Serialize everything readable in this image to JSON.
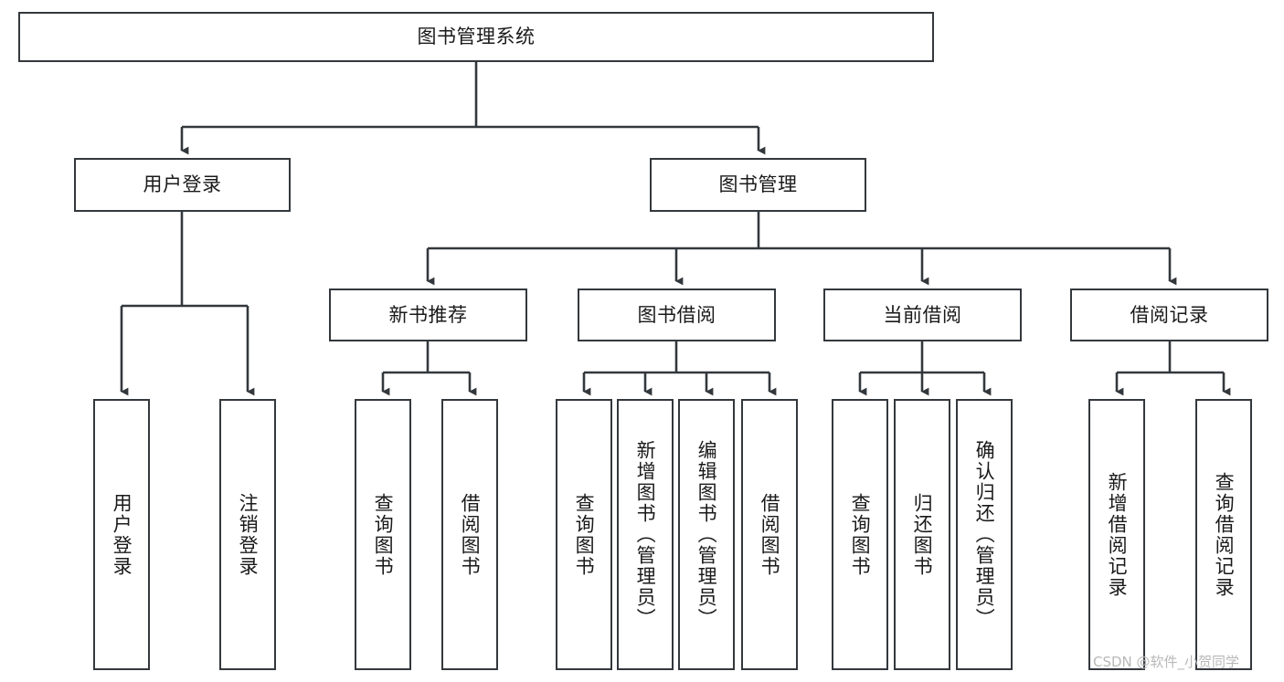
{
  "diagram": {
    "title": "图书管理系统",
    "watermark": "CSDN @软件_小贺同学",
    "accent_color": "#33383d",
    "background_color": "#ffffff",
    "nodes": {
      "root": {
        "label": "图书管理系统"
      },
      "level1": [
        {
          "key": "user_login",
          "label": "用户登录"
        },
        {
          "key": "book_manage",
          "label": "图书管理"
        }
      ],
      "level2": [
        {
          "key": "new_book_rec",
          "label": "新书推荐"
        },
        {
          "key": "book_borrow",
          "label": "图书借阅"
        },
        {
          "key": "current_borrow",
          "label": "当前借阅"
        },
        {
          "key": "borrow_record",
          "label": "借阅记录"
        }
      ],
      "leaves": [
        {
          "key": "leaf_user_login",
          "parent": "user_login",
          "label": "用户登录"
        },
        {
          "key": "leaf_user_logout",
          "parent": "user_login",
          "label": "注销登录"
        },
        {
          "key": "leaf_query_book_1",
          "parent": "new_book_rec",
          "label": "查询图书"
        },
        {
          "key": "leaf_borrow_book_1",
          "parent": "new_book_rec",
          "label": "借阅图书"
        },
        {
          "key": "leaf_query_book_2",
          "parent": "book_borrow",
          "label": "查询图书"
        },
        {
          "key": "leaf_add_book",
          "parent": "book_borrow",
          "label": "新增图书（管理员）"
        },
        {
          "key": "leaf_edit_book",
          "parent": "book_borrow",
          "label": "编辑图书（管理员）"
        },
        {
          "key": "leaf_borrow_book_2",
          "parent": "book_borrow",
          "label": "借阅图书"
        },
        {
          "key": "leaf_query_book_3",
          "parent": "current_borrow",
          "label": "查询图书"
        },
        {
          "key": "leaf_return_book",
          "parent": "current_borrow",
          "label": "归还图书"
        },
        {
          "key": "leaf_confirm_return",
          "parent": "current_borrow",
          "label": "确认归还（管理员）"
        },
        {
          "key": "leaf_add_record",
          "parent": "borrow_record",
          "label": "新增借阅记录"
        },
        {
          "key": "leaf_query_record",
          "parent": "borrow_record",
          "label": "查询借阅记录"
        }
      ]
    }
  }
}
